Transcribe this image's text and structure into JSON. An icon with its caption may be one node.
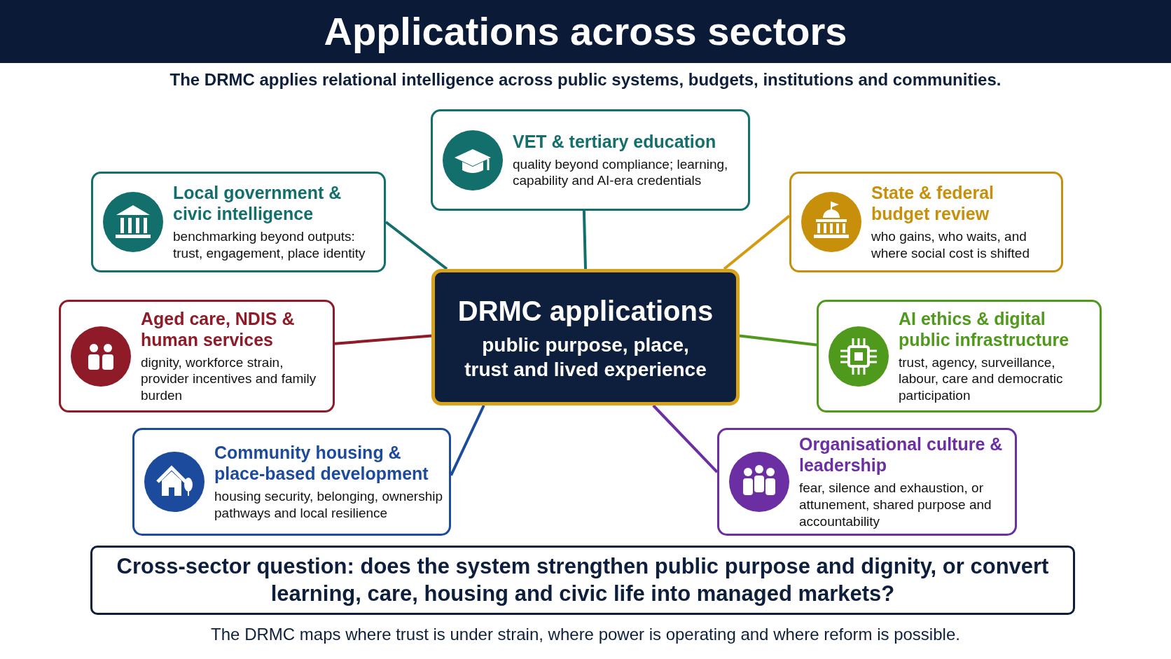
{
  "diagram": {
    "title": "Applications across sectors",
    "nodes": [
      {
        "text": [
          "VET & tertiary education",
          "quality beyond compliance; learning, capability and AI-era credentials"
        ]
      },
      {
        "text": [
          "Local government & civic intelligence",
          "benchmarking beyond outputs: trust, engagement, place identity"
        ]
      },
      {
        "text": [
          "State & federal budget review",
          "who gains, who waits, and where social cost is shifted"
        ]
      },
      {
        "text": [
          "DRMC applications",
          "public purpose, place, trust and lived experience"
        ]
      },
      {
        "text": [
          "Aged care, NDIS & human services",
          "dignity, workforce strain, provider incentives and family burden"
        ]
      },
      {
        "text": [
          "AI ethics & digital public infrastructure",
          "trust, agency, surveillance, labour, care and democratic participation"
        ]
      },
      {
        "text": [
          "Community housing & place-based development",
          "housing security, belonging, ownership pathways and local resilience"
        ]
      },
      {
        "text": [
          "Organisational culture & leadership",
          "fear, silence and exhaustion, or attunement, shared purpose and accountability"
        ]
      },
      {
        "text": [
          "Cross-sector question: does the system strengthen public purpose and dignity, or convert learning, care, housing and civic life into managed markets?"
        ]
      }
    ],
    "edges": [
      {
        "from": 3,
        "to": 0,
        "arrow": "none",
        "color": "#136f6c"
      },
      {
        "from": 3,
        "to": 1,
        "arrow": "none",
        "color": "#136f6c"
      },
      {
        "from": 3,
        "to": 2,
        "arrow": "none",
        "color": "#d49a12"
      },
      {
        "from": 3,
        "to": 4,
        "arrow": "none",
        "color": "#8e1b27"
      },
      {
        "from": 3,
        "to": 5,
        "arrow": "none",
        "color": "#4f9a1c"
      },
      {
        "from": 3,
        "to": 6,
        "arrow": "none",
        "color": "#1c4a9c"
      },
      {
        "from": 3,
        "to": 7,
        "arrow": "none",
        "color": "#6b2ea3"
      }
    ],
    "labels": [
      "The DRMC applies relational intelligence across public systems, budgets, institutions and communities.",
      "The DRMC maps where trust is under strain, where power is operating and where reform is possible."
    ]
  }
}
